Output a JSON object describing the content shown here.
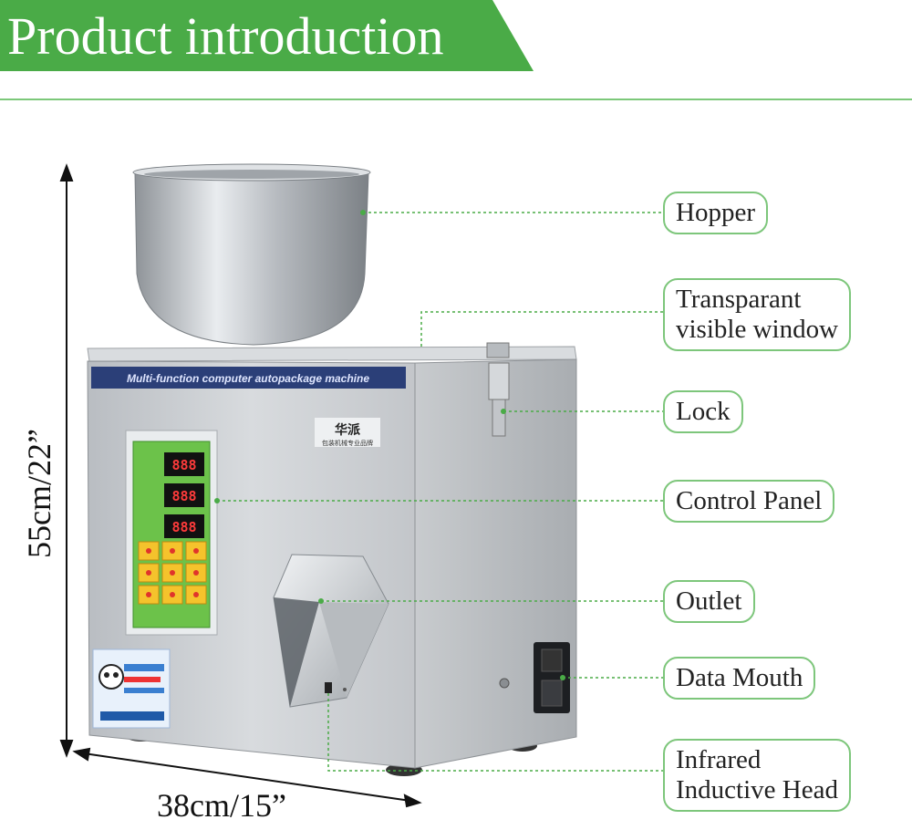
{
  "header": {
    "title": "Product introduction"
  },
  "machine": {
    "strip_text": "Multi-function computer autopackage machine",
    "brand": "华派",
    "brand_sub": "包装机械专业品牌",
    "display_readout": "888"
  },
  "labels": [
    {
      "id": "hopper",
      "text": "Hopper"
    },
    {
      "id": "window",
      "text": "Transparant visible window",
      "lines": [
        "Transparant",
        "visible window"
      ]
    },
    {
      "id": "lock",
      "text": "Lock"
    },
    {
      "id": "control",
      "text": "Control Panel"
    },
    {
      "id": "outlet",
      "text": "Outlet"
    },
    {
      "id": "data",
      "text": "Data Mouth"
    },
    {
      "id": "infrared",
      "text": "Infrared Inductive Head",
      "lines": [
        "Infrared",
        "Inductive Head"
      ]
    }
  ],
  "dimensions": {
    "height": "55cm/22”",
    "width": "38cm/15”"
  },
  "colors": {
    "accent": "#4aab47",
    "leader": "#4aab47",
    "label_border": "#7dc67b",
    "steel": "#c9ccd0"
  }
}
